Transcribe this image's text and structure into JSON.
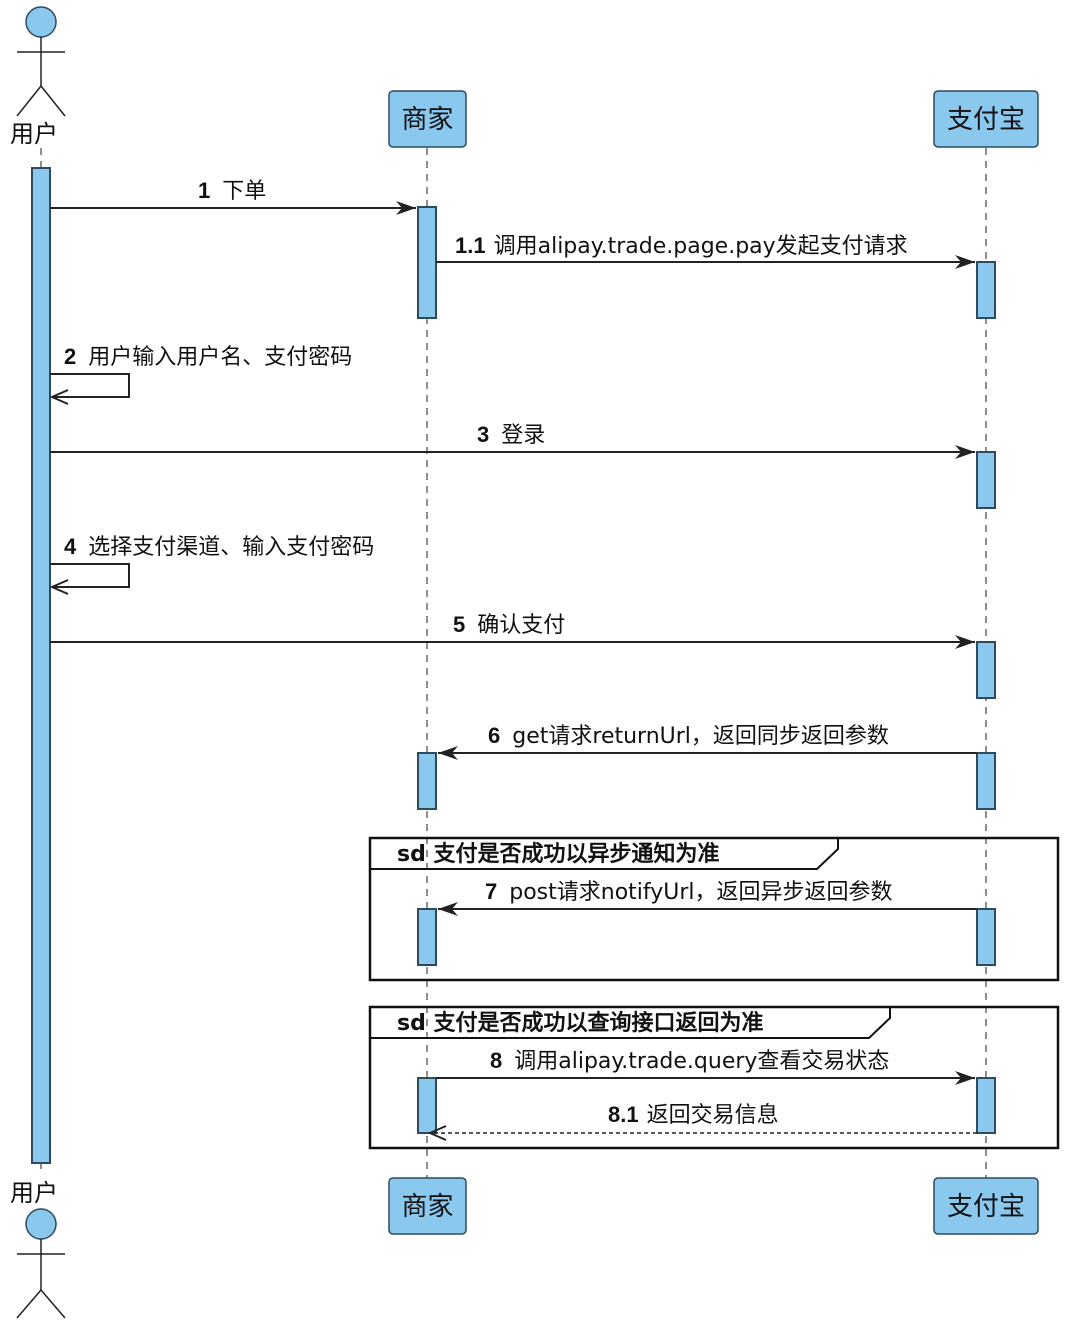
{
  "participants": {
    "user": {
      "label": "用户"
    },
    "merchant": {
      "label": "商家"
    },
    "alipay": {
      "label": "支付宝"
    }
  },
  "colors": {
    "box_fill": "#8ac8ee",
    "box_stroke": "#2d4a5f",
    "line": "#222222",
    "frame_stroke": "#111111"
  },
  "messages": [
    {
      "num": "1",
      "text": "下单",
      "from": "user",
      "to": "merchant",
      "style": "solid"
    },
    {
      "num": "1.1",
      "text": "调用alipay.trade.page.pay发起支付请求",
      "from": "merchant",
      "to": "alipay",
      "style": "solid"
    },
    {
      "num": "2",
      "text": "用户输入用户名、支付密码",
      "from": "user",
      "to": "user",
      "style": "self"
    },
    {
      "num": "3",
      "text": "登录",
      "from": "user",
      "to": "alipay",
      "style": "solid"
    },
    {
      "num": "4",
      "text": "选择支付渠道、输入支付密码",
      "from": "user",
      "to": "user",
      "style": "self"
    },
    {
      "num": "5",
      "text": "确认支付",
      "from": "user",
      "to": "alipay",
      "style": "solid"
    },
    {
      "num": "6",
      "text": "get请求returnUrl，返回同步返回参数",
      "from": "alipay",
      "to": "merchant",
      "style": "solid"
    },
    {
      "num": "7",
      "text": "post请求notifyUrl，返回异步返回参数",
      "from": "alipay",
      "to": "merchant",
      "style": "solid"
    },
    {
      "num": "8",
      "text": "调用alipay.trade.query查看交易状态",
      "from": "merchant",
      "to": "alipay",
      "style": "solid"
    },
    {
      "num": "8.1",
      "text": "返回交易信息",
      "from": "alipay",
      "to": "merchant",
      "style": "dashed"
    }
  ],
  "frames": [
    {
      "label": "sd  支付是否成功以异步通知为准"
    },
    {
      "label": "sd  支付是否成功以查询接口返回为准"
    }
  ]
}
